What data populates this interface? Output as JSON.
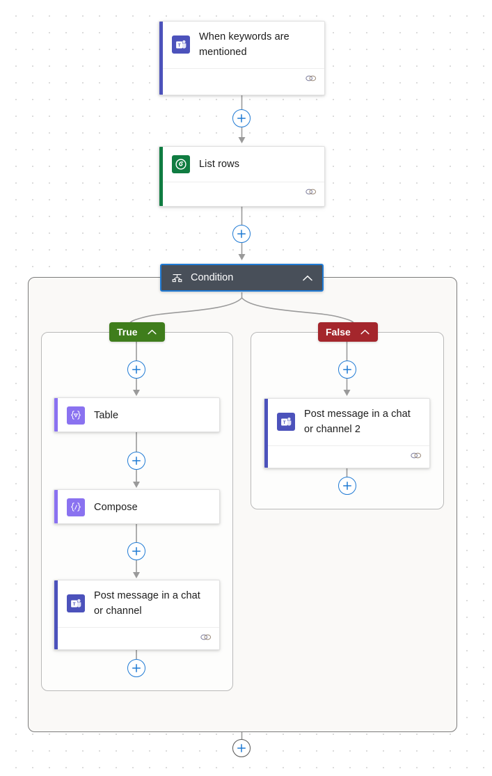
{
  "app": {
    "name": "Power Automate flow designer canvas",
    "background": "#ffffff",
    "grid_dot_color": "#d8d8d8"
  },
  "colors": {
    "teams_purple": "#4c52bb",
    "dataverse_green": "#107c41",
    "data_operation_purple": "#8a72f0",
    "condition_dark": "#484f59",
    "selection_blue": "#1f7ad4",
    "true_green": "#3f7d1c",
    "false_red": "#a4262c",
    "connector_gray": "#9a9a9a",
    "scope_border": "#7a7a7a",
    "scope_fill": "#faf9f7"
  },
  "nodes": {
    "trigger": {
      "title": "When keywords are mentioned",
      "icon": "teams-icon",
      "accent": "#4c52bb",
      "has_footer": true,
      "footer_icon": "link-icon"
    },
    "list_rows": {
      "title": "List rows",
      "icon": "dataverse-icon",
      "accent": "#107c41",
      "has_footer": true,
      "footer_icon": "link-icon"
    },
    "condition": {
      "title": "Condition",
      "icon": "condition-icon",
      "collapse_icon": "chevron-up-icon",
      "selected": true
    },
    "true_branch": {
      "label": "True",
      "collapse_icon": "chevron-up-icon",
      "color": "#3f7d1c"
    },
    "false_branch": {
      "label": "False",
      "collapse_icon": "chevron-up-icon",
      "color": "#a4262c"
    },
    "table": {
      "title": "Table",
      "icon": "data-operation-icon",
      "accent": "#8a72f0",
      "has_footer": false
    },
    "compose": {
      "title": "Compose",
      "icon": "data-operation-icon",
      "accent": "#8a72f0",
      "has_footer": false
    },
    "post_message_true": {
      "title": "Post message in a chat or channel",
      "icon": "teams-icon",
      "accent": "#4c52bb",
      "has_footer": true,
      "footer_icon": "link-icon"
    },
    "post_message_false": {
      "title": "Post message in a chat or channel 2",
      "icon": "teams-icon",
      "accent": "#4c52bb",
      "has_footer": true,
      "footer_icon": "link-icon"
    }
  },
  "add_buttons": [
    {
      "id": "add-after-trigger",
      "label": "+"
    },
    {
      "id": "add-after-list-rows",
      "label": "+"
    },
    {
      "id": "add-true-top",
      "label": "+"
    },
    {
      "id": "add-true-after-table",
      "label": "+"
    },
    {
      "id": "add-true-after-compose",
      "label": "+"
    },
    {
      "id": "add-true-bottom",
      "label": "+"
    },
    {
      "id": "add-false-top",
      "label": "+"
    },
    {
      "id": "add-false-bottom",
      "label": "+"
    },
    {
      "id": "add-after-condition-scope",
      "label": "+"
    }
  ]
}
